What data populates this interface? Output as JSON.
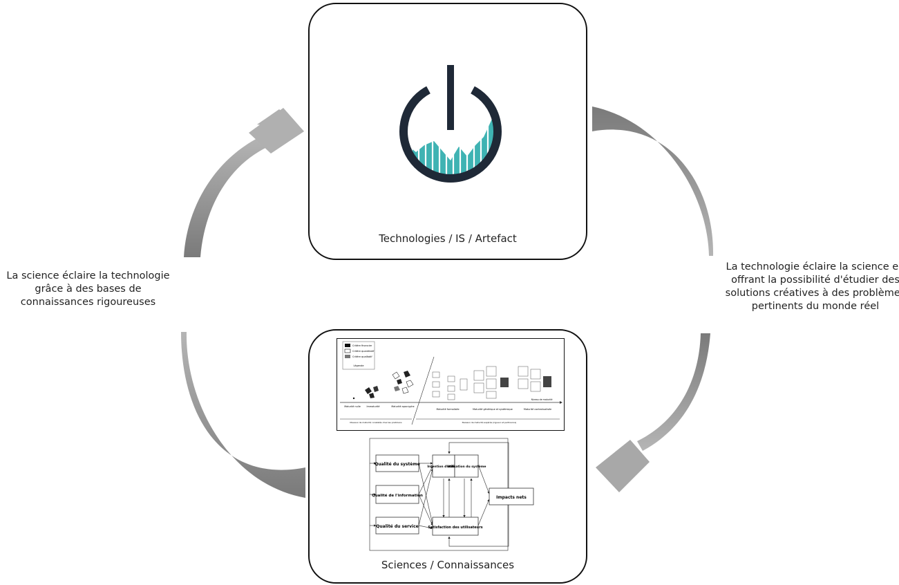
{
  "nodes": {
    "top": {
      "label": "Technologies / IS / Artefact",
      "icon": "power-chart-icon",
      "color_ring": "#1f2937",
      "color_bars": "#3fb3b3"
    },
    "bottom": {
      "label": "Sciences / Connaissances",
      "figures": {
        "maturity": {
          "legend_title": "Légende",
          "legend_items": [
            "Critère financier",
            "Critère quantitatif",
            "Critère qualitatif"
          ],
          "axis_label": "Niveau de maturité",
          "stages": [
            "Maturité nulle",
            "Immaturité",
            "Maturité apocryphe",
            "Maturité formalisée",
            "Maturité générique et systémique",
            "Maturité contextualisée"
          ],
          "groups": [
            "Niveaux de maturité constatés chez les praticiens",
            "Niveaux de maturité espérés (rigueur et pertinence)"
          ]
        },
        "is_success": {
          "boxes": [
            "Qualité du système",
            "Qualité de l'information",
            "Qualité du service",
            "Intention d'utiliser",
            "Utilisation du système",
            "Satisfaction des utilisateurs",
            "Impacts nets"
          ]
        }
      }
    }
  },
  "edges": {
    "left": {
      "text": "La science éclaire la technologie grâce à des bases de connaissances rigoureuses",
      "direction": "bottom-to-top"
    },
    "right": {
      "text": "La technologie éclaire la science en offrant la possibilité d'étudier des solutions créatives à des problèmes pertinents du monde réel",
      "direction": "top-to-bottom"
    }
  },
  "arrow_color": "#8a8a8a"
}
